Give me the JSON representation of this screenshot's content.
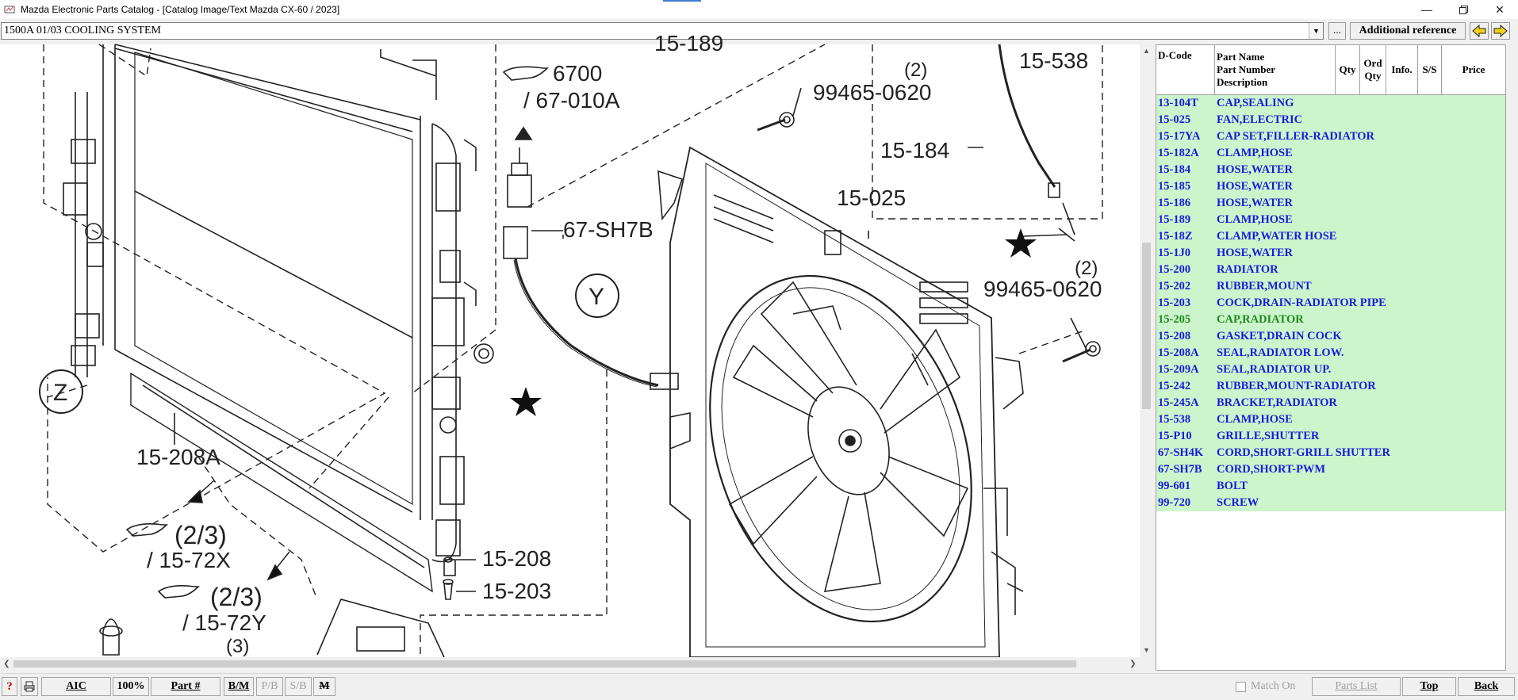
{
  "window": {
    "title": "Mazda Electronic Parts Catalog - [Catalog Image/Text Mazda CX-60 / 2023]",
    "controls": [
      "minimize-icon",
      "restore-icon",
      "close-icon"
    ]
  },
  "toolbar": {
    "section_value": "1500A 01/03 COOLING SYSTEM",
    "ellipsis_label": "...",
    "additional_reference_label": "Additional reference",
    "prev_icon": "arrow-left-icon",
    "next_icon": "arrow-right-icon"
  },
  "diagram": {
    "labels": {
      "l_6700": "6700",
      "l_67010a": "/ 67-010A",
      "l_15189": "15-189",
      "l_99465a": "99465-0620",
      "l_2a": "(2)",
      "l_15538": "15-538",
      "l_15184": "15-184",
      "l_15025": "15-025",
      "l_67sh7b": "67-SH7B",
      "l_y": "Y",
      "l_99465b": "99465-0620",
      "l_2b": "(2)",
      "l_z": "Z",
      "l_15208a": "15-208A",
      "l_23a": "(2/3)",
      "l_1572x": "/ 15-72X",
      "l_23b": "(2/3)",
      "l_1572y": "/ 15-72Y",
      "l_3": "(3)",
      "l_15208": "15-208",
      "l_15203": "15-203"
    }
  },
  "parts_table": {
    "headers": {
      "dcode": "D-Code",
      "name1": "Part Name",
      "name2": "Part Number",
      "name3": "Description",
      "qty": "Qty",
      "ord1": "Ord",
      "ord2": "Qty",
      "info": "Info.",
      "ss": "S/S",
      "price": "Price"
    },
    "rows": [
      {
        "code": "13-104T",
        "name": "CAP,SEALING"
      },
      {
        "code": "15-025",
        "name": "FAN,ELECTRIC"
      },
      {
        "code": "15-17YA",
        "name": "CAP SET,FILLER-RADIATOR"
      },
      {
        "code": "15-182A",
        "name": "CLAMP,HOSE"
      },
      {
        "code": "15-184",
        "name": "HOSE,WATER"
      },
      {
        "code": "15-185",
        "name": "HOSE,WATER"
      },
      {
        "code": "15-186",
        "name": "HOSE,WATER"
      },
      {
        "code": "15-189",
        "name": "CLAMP,HOSE"
      },
      {
        "code": "15-18Z",
        "name": "CLAMP,WATER HOSE"
      },
      {
        "code": "15-1J0",
        "name": "HOSE,WATER"
      },
      {
        "code": "15-200",
        "name": "RADIATOR"
      },
      {
        "code": "15-202",
        "name": "RUBBER,MOUNT"
      },
      {
        "code": "15-203",
        "name": "COCK,DRAIN-RADIATOR PIPE"
      },
      {
        "code": "15-205",
        "name": "CAP,RADIATOR",
        "selected": true
      },
      {
        "code": "15-208",
        "name": "GASKET,DRAIN COCK"
      },
      {
        "code": "15-208A",
        "name": "SEAL,RADIATOR LOW."
      },
      {
        "code": "15-209A",
        "name": "SEAL,RADIATOR UP."
      },
      {
        "code": "15-242",
        "name": "RUBBER,MOUNT-RADIATOR"
      },
      {
        "code": "15-245A",
        "name": "BRACKET,RADIATOR"
      },
      {
        "code": "15-538",
        "name": "CLAMP,HOSE"
      },
      {
        "code": "15-P10",
        "name": "GRILLE,SHUTTER"
      },
      {
        "code": "67-SH4K",
        "name": "CORD,SHORT-GRILL SHUTTER"
      },
      {
        "code": "67-SH7B",
        "name": "CORD,SHORT-PWM"
      },
      {
        "code": "99-601",
        "name": "BOLT"
      },
      {
        "code": "99-720",
        "name": "SCREW"
      }
    ],
    "row_color": "#ccf5cc",
    "text_color": "#1a1adb",
    "selected_color": "#1f8a1f"
  },
  "bottombar": {
    "help_icon": "help-icon",
    "print_icon": "printer-icon",
    "aic": "AIC",
    "zoom": "100%",
    "part_number": "Part #",
    "bm": "B/M",
    "pb": "P/B",
    "sb": "S/B",
    "m": "M",
    "match_on": "Match On",
    "parts_list": "Parts List",
    "top": "Top",
    "back": "Back"
  }
}
